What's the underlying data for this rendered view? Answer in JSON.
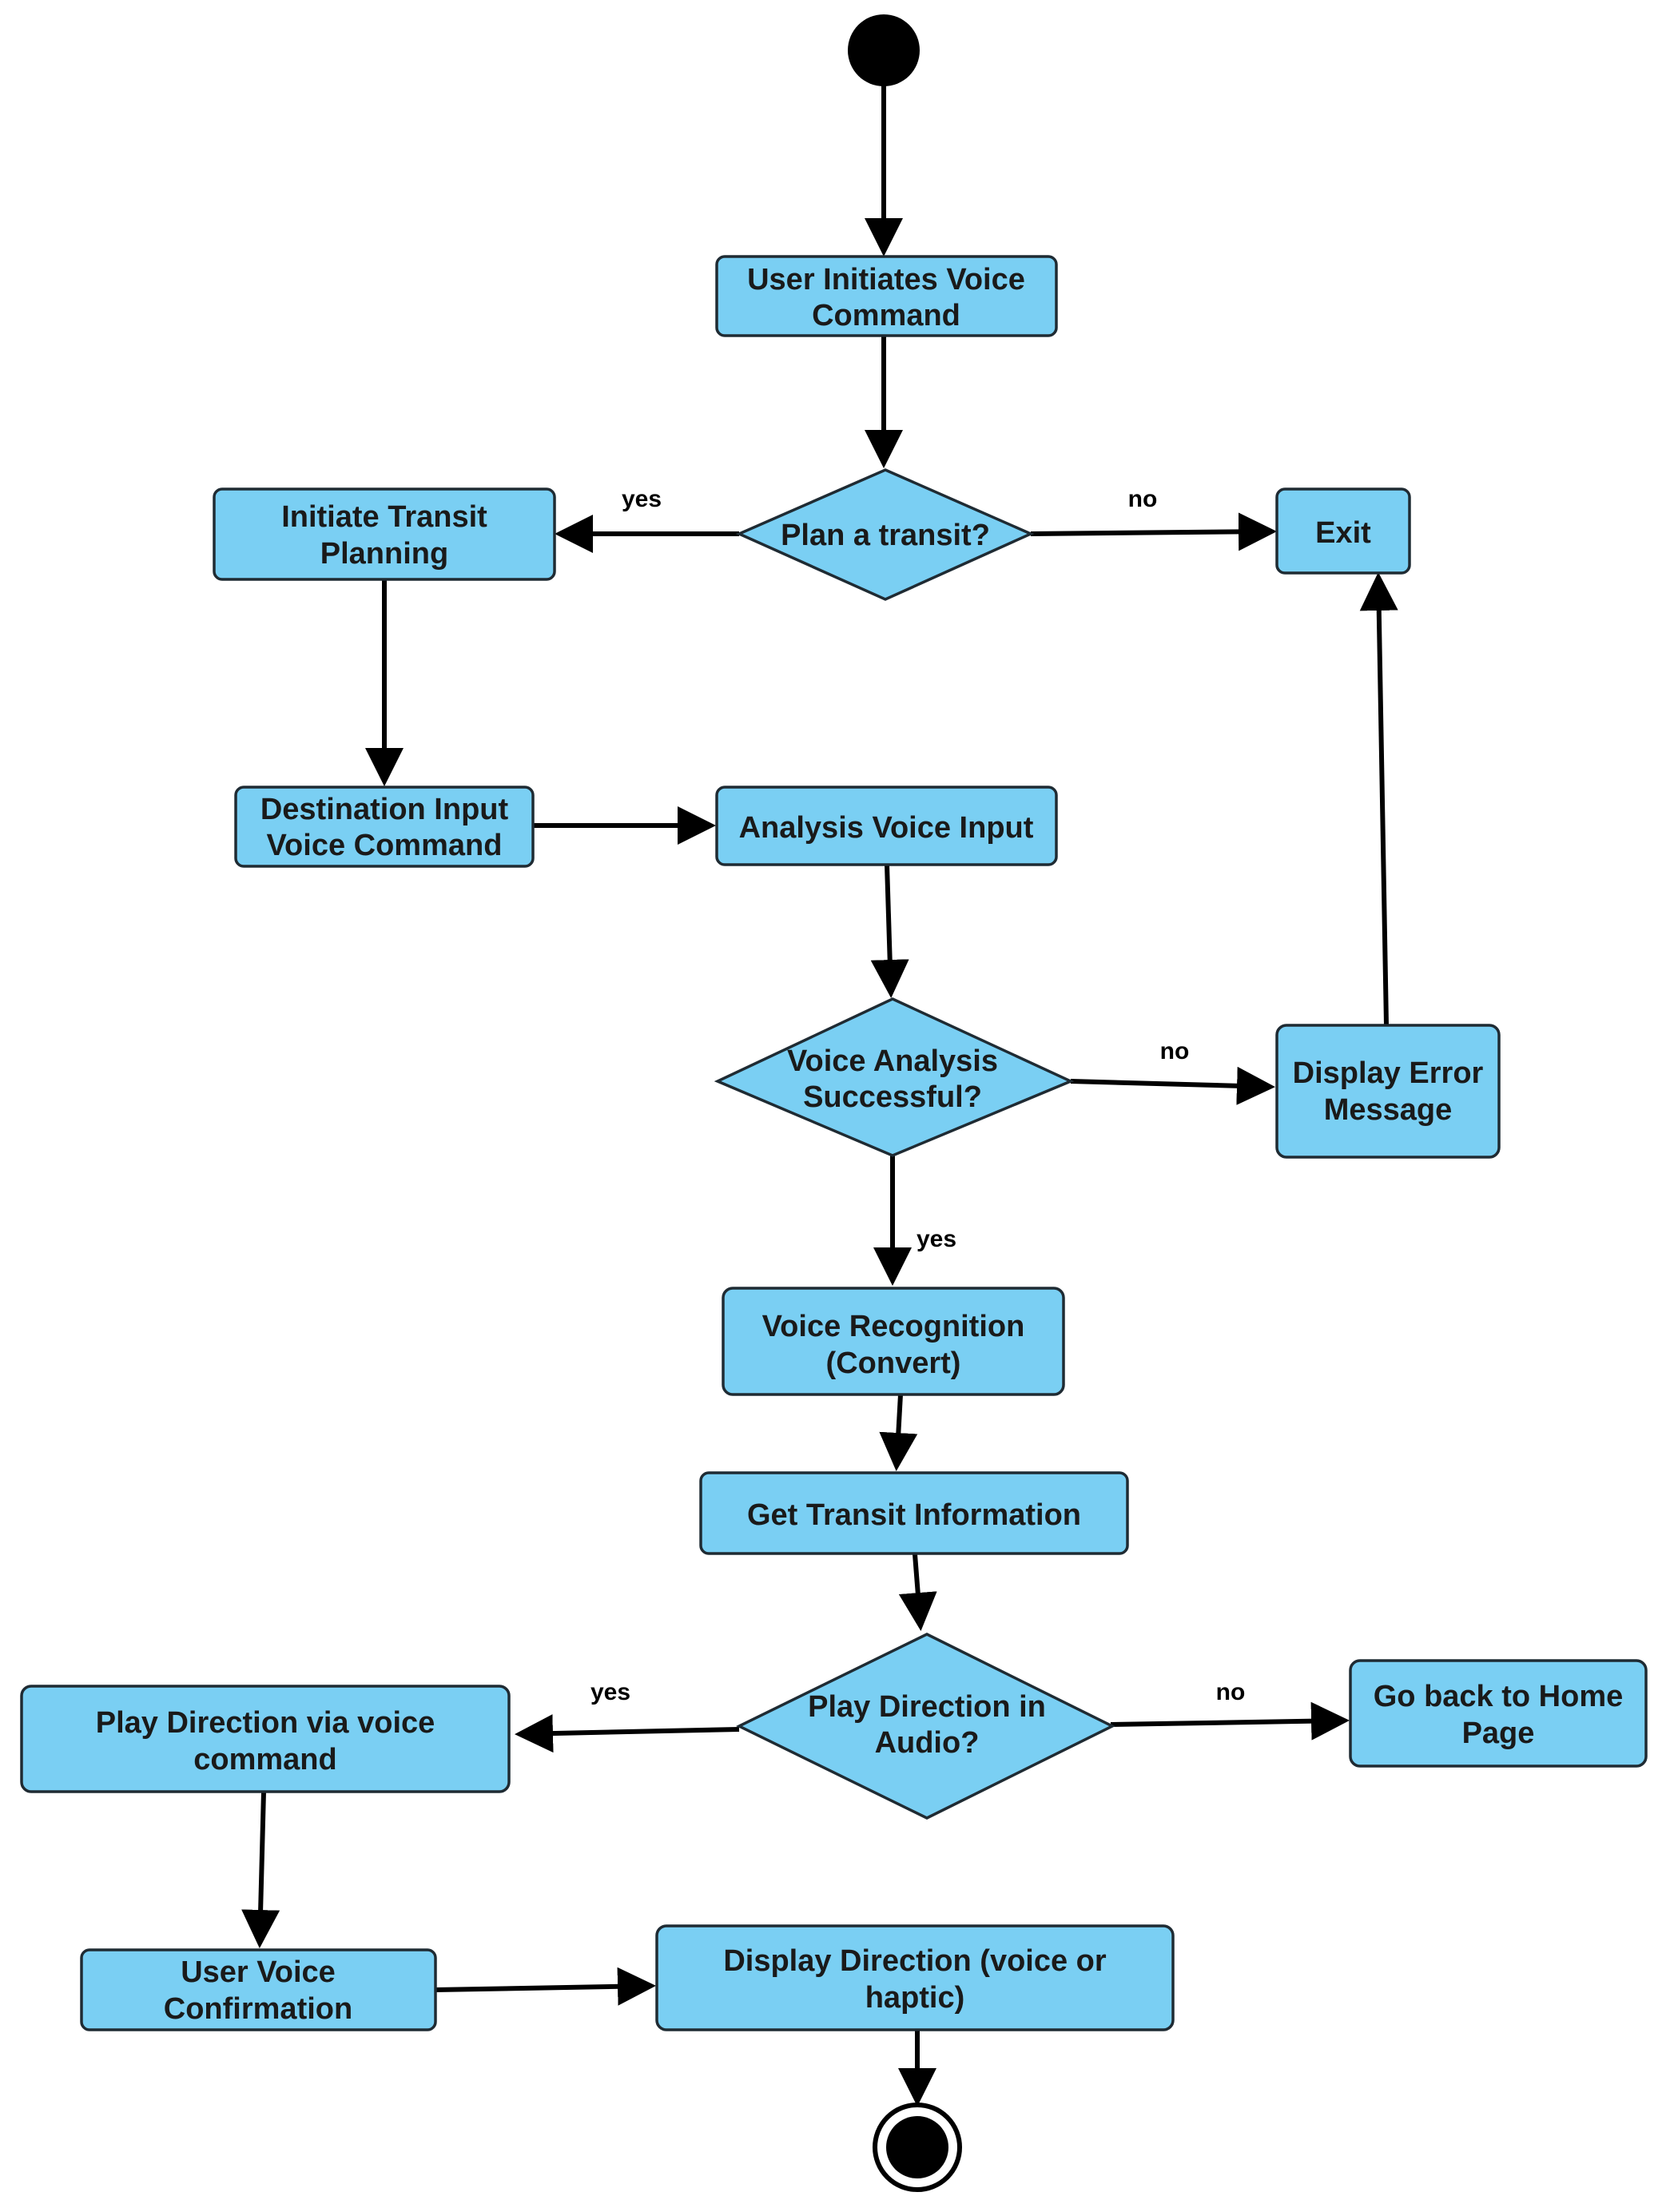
{
  "diagram": {
    "nodes": {
      "user_initiates": {
        "lines": [
          "User Initiates Voice",
          "Command"
        ]
      },
      "plan_transit": {
        "lines": [
          "Plan a transit?"
        ]
      },
      "initiate_transit": {
        "lines": [
          "Initiate Transit",
          "Planning"
        ]
      },
      "exit": {
        "lines": [
          "Exit"
        ]
      },
      "destination_input": {
        "lines": [
          "Destination Input",
          "Voice Command"
        ]
      },
      "analysis_voice": {
        "lines": [
          "Analysis Voice Input"
        ]
      },
      "voice_analysis_ok": {
        "lines": [
          "Voice Analysis",
          "Successful?"
        ]
      },
      "display_error": {
        "lines": [
          "Display Error",
          "Message"
        ]
      },
      "voice_recognition": {
        "lines": [
          "Voice Recognition",
          "(Convert)"
        ]
      },
      "get_transit": {
        "lines": [
          "Get Transit Information"
        ]
      },
      "play_direction_q": {
        "lines": [
          "Play Direction in",
          "Audio?"
        ]
      },
      "play_via_voice": {
        "lines": [
          "Play Direction via voice",
          "command"
        ]
      },
      "go_home": {
        "lines": [
          "Go back to Home",
          "Page"
        ]
      },
      "user_confirmation": {
        "lines": [
          "User Voice",
          "Confirmation"
        ]
      },
      "display_direction": {
        "lines": [
          "Display Direction (voice or",
          "haptic)"
        ]
      }
    },
    "edge_labels": {
      "plan_yes": "yes",
      "plan_no": "no",
      "analysis_no": "no",
      "analysis_yes": "yes",
      "play_yes": "yes",
      "play_no": "no"
    },
    "colors": {
      "node_fill": "#7acff3",
      "node_stroke": "#1f2b33",
      "arrow": "#000000",
      "terminal": "#000000"
    }
  }
}
